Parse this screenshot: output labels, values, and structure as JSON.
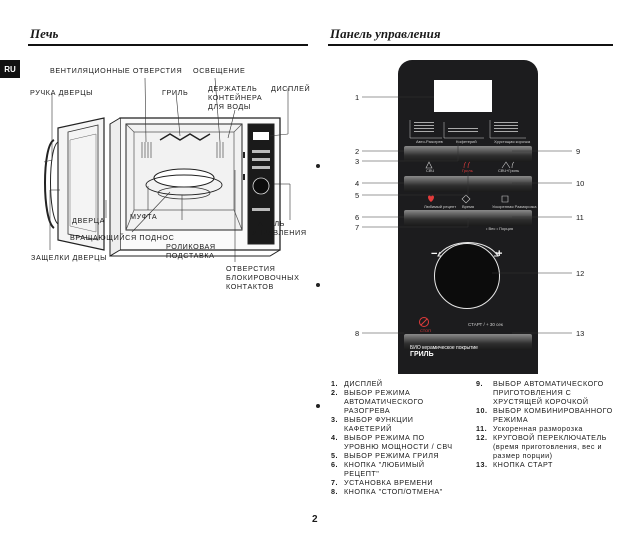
{
  "header": {
    "left_title": "Печь",
    "right_title": "Панель управления",
    "lang_tab": "RU"
  },
  "oven": {
    "labels": [
      "ВЕНТИЛЯЦИОННЫЕ ОТВЕРСТИЯ",
      "ОСВЕЩЕНИЕ",
      "ГРИЛЬ",
      "ДЕРЖАТЕЛЬ КОНТЕЙНЕРА ДЛЯ ВОДЫ",
      "ДИСПЛЕЙ",
      "РУЧКА ДВЕРЦЫ",
      "МУФТА",
      "ДВЕРЦА",
      "ВРАЩАЮЩИЙСЯ ПОДНОС",
      "ЗАЩЕЛКИ ДВЕРЦЫ",
      "РОЛИКОВАЯ ПОДСТАВКА",
      "ПАНЕЛЬ УПРАВЛЕНИЯ",
      "ОТВЕРСТИЯ БЛОКИРОВОЧНЫХ КОНТАКТОВ"
    ]
  },
  "panel": {
    "callouts_left": [
      "1",
      "2",
      "3",
      "4",
      "5",
      "6",
      "7",
      "8"
    ],
    "callouts_right": [
      "9",
      "10",
      "11",
      "12",
      "13"
    ],
    "texts": {
      "auto_reheat": "Авто-Разогрев",
      "coffee": "Кофетерий",
      "crusty": "Хрустящая корочка",
      "micro": "СВЧ",
      "grill": "Гриль",
      "combo": "СВЧ+Гриль",
      "favorite": "Любимый рецепт",
      "time": "Время",
      "defrost": "Ускоренная Разморозка",
      "weight": "• Вес • Порция",
      "stop": "СТОП",
      "start": "СТАРТ / + 30 сек",
      "minus": "−",
      "plus": "+",
      "brand_line1": "БИО керамическое покрытие",
      "brand_line2": "ГРИЛЬ"
    }
  },
  "legend": {
    "left": [
      {
        "n": "1.",
        "t": "ДИСПЛЕЙ"
      },
      {
        "n": "2.",
        "t": "ВЫБОР РЕЖИМА АВТОМАТИЧЕСКОГО РАЗОГРЕВА"
      },
      {
        "n": "3.",
        "t": "ВЫБОР ФУНКЦИИ КАФЕТЕРИЙ"
      },
      {
        "n": "4.",
        "t": "ВЫБОР РЕЖИМА ПО УРОВНЮ МОЩНОСТИ / СВЧ"
      },
      {
        "n": "5.",
        "t": "ВЫБОР РЕЖИМА ГРИЛЯ"
      },
      {
        "n": "6.",
        "t": "КНОПКА \"ЛЮБИМЫЙ РЕЦЕПТ\""
      },
      {
        "n": "7.",
        "t": "УСТАНОВКА ВРЕМЕНИ"
      },
      {
        "n": "8.",
        "t": "КНОПКА \"СТОП/ОТМЕНА\""
      }
    ],
    "right": [
      {
        "n": "9.",
        "t": "ВЫБОР АВТОМАТИЧЕСКОГО ПРИГОТОВЛЕНИЯ С ХРУСТЯЩЕЙ КОРОЧКОЙ"
      },
      {
        "n": "10.",
        "t": "ВЫБОР КОМБИНИРОВАННОГО РЕЖИМА"
      },
      {
        "n": "11.",
        "t": "Ускоренная разморозка"
      },
      {
        "n": "12.",
        "t": "КРУГОВОЙ ПЕРЕКЛЮЧАТЕЛЬ (время приготовления, вес и размер порции)"
      },
      {
        "n": "13.",
        "t": "КНОПКА СТАРТ"
      }
    ]
  },
  "footer": {
    "page_number": "2"
  }
}
